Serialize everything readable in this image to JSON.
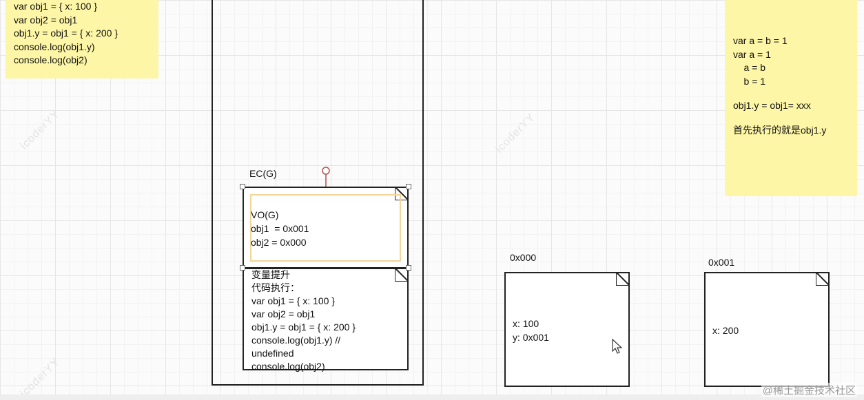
{
  "note_left": {
    "lines": [
      "var obj1 = { x: 100 }",
      "var obj2 = obj1",
      "obj1.y = obj1 = { x: 200 }",
      "console.log(obj1.y)",
      "console.log(obj2)"
    ]
  },
  "note_right": {
    "line1": "var a = b = 1",
    "line2": "var a = 1",
    "line3": "    a = b",
    "line4": "    b = 1",
    "line5": "obj1.y = obj1= xxx",
    "line6": "首先执行的就是obj1.y"
  },
  "ec": {
    "label": "EC(G)",
    "vo_lines": [
      "VO(G)",
      "obj1  = 0x001",
      "obj2 = 0x000"
    ],
    "code_lines": [
      "变量提升",
      "代码执行：",
      "var obj1 = { x: 100 }",
      "var obj2 = obj1",
      "obj1.y = obj1 = { x: 200 }",
      "console.log(obj1.y) //",
      "undefined",
      "console.log(obj2)"
    ]
  },
  "heap": [
    {
      "address": "0x000",
      "lines": [
        "x: 100",
        "y: 0x001"
      ]
    },
    {
      "address": "0x001",
      "lines": [
        "x: 200"
      ]
    }
  ],
  "watermark": "icoderYY",
  "footer": "@稀土掘金技术社区",
  "colors": {
    "note_bg": "#fdf6a6",
    "vo_highlight": "#f3d59a",
    "connector": "#b05050"
  }
}
